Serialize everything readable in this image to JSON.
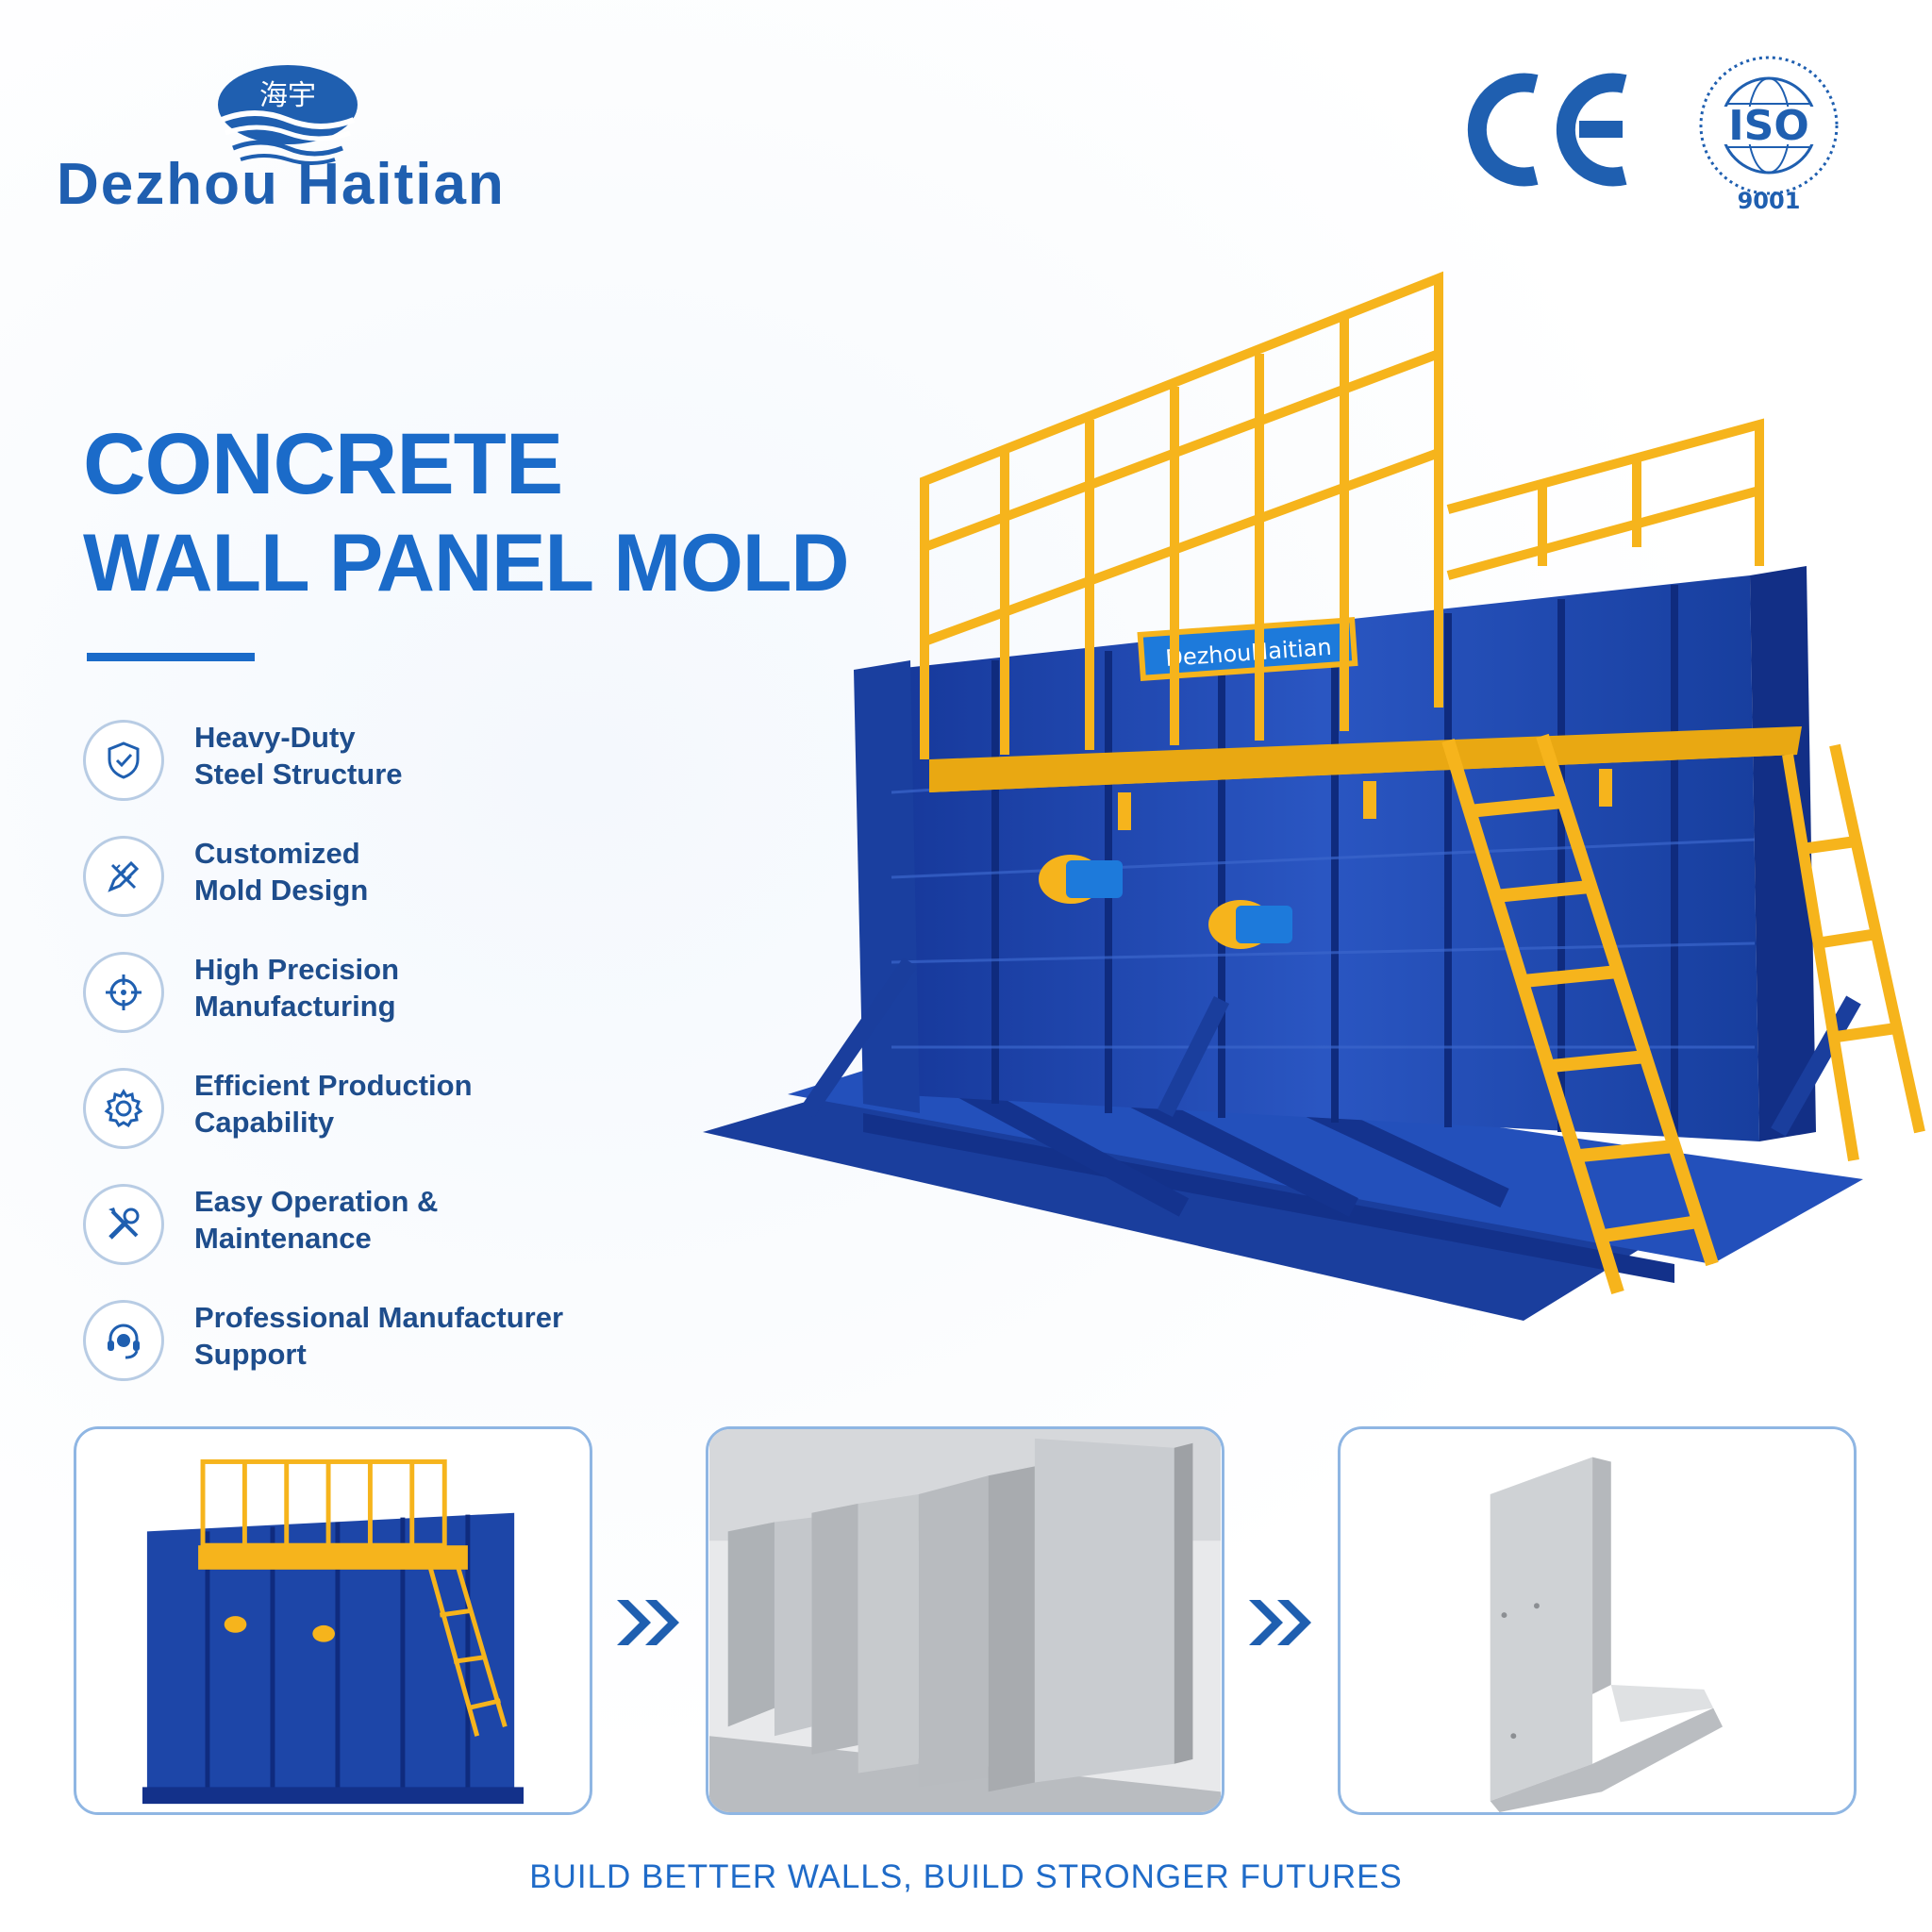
{
  "brand": {
    "name": "Dezhou Haitian",
    "chinese_mark": "海宇",
    "plate_text": "DezhouHaitian"
  },
  "certifications": {
    "ce": "CE",
    "iso": "ISO",
    "iso_number": "9001"
  },
  "headline": {
    "line1": "CONCRETE",
    "line2": "WALL PANEL MOLD"
  },
  "features": [
    {
      "icon": "shield-check-icon",
      "line1": "Heavy-Duty",
      "line2": "Steel Structure"
    },
    {
      "icon": "pencil-ruler-icon",
      "line1": "Customized",
      "line2": "Mold Design"
    },
    {
      "icon": "crosshair-icon",
      "line1": "High Precision",
      "line2": "Manufacturing"
    },
    {
      "icon": "gear-icon",
      "line1": "Efficient Production",
      "line2": "Capability"
    },
    {
      "icon": "tools-icon",
      "line1": "Easy Operation &",
      "line2": "Maintenance"
    },
    {
      "icon": "headset-icon",
      "line1": "Professional Manufacturer",
      "line2": "Support"
    }
  ],
  "tagline": "BUILD BETTER WALLS, BUILD STRONGER FUTURES",
  "colors": {
    "brand_blue": "#1b6bc9",
    "mold_blue": "#1d46a8",
    "rail_yellow": "#f6b41c",
    "concrete_grey": "#c9ccd0"
  }
}
